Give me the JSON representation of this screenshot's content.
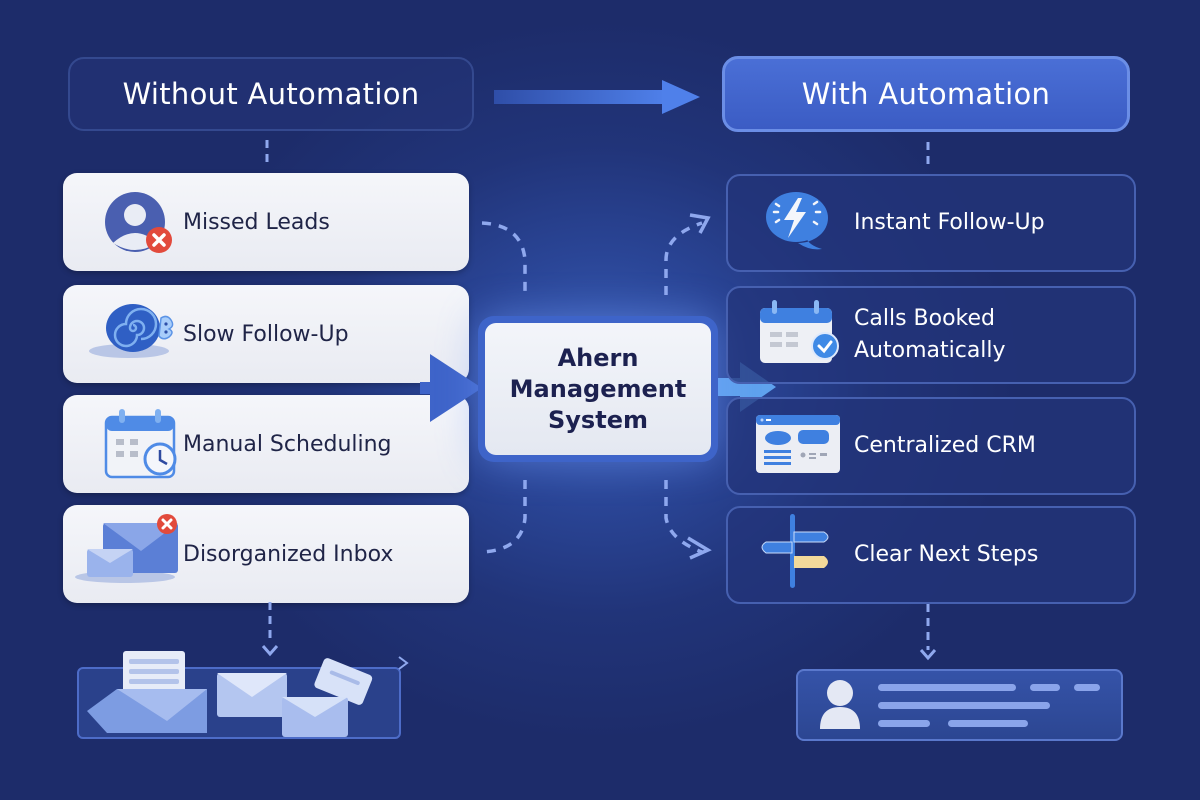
{
  "headers": {
    "left": "Without Automation",
    "right": "With Automation"
  },
  "center": {
    "title_line1": "Ahern",
    "title_line2": "Management",
    "title_line3": "System"
  },
  "problems": [
    {
      "label": "Missed Leads",
      "icon": "missed-lead-user-icon"
    },
    {
      "label": "Slow Follow-Up",
      "icon": "snail-icon"
    },
    {
      "label": "Manual Scheduling",
      "icon": "calendar-clock-icon"
    },
    {
      "label": "Disorganized Inbox",
      "icon": "envelope-error-icon"
    }
  ],
  "solutions": [
    {
      "label": "Instant Follow-Up",
      "icon": "lightning-chat-icon"
    },
    {
      "label_line1": "Calls Booked",
      "label_line2": "Automatically",
      "icon": "calendar-check-icon"
    },
    {
      "label": "Centralized CRM",
      "icon": "crm-dashboard-icon"
    },
    {
      "label": "Clear Next Steps",
      "icon": "signpost-icon"
    }
  ],
  "outcomes": {
    "left": "cluttered-inbox-illustration",
    "right": "contact-profile-card"
  },
  "colors": {
    "background": "#213479",
    "accent": "#3e64c9",
    "arrow": "#4a78e0",
    "dashed": "#8fa8ee",
    "error": "#e0483a"
  }
}
